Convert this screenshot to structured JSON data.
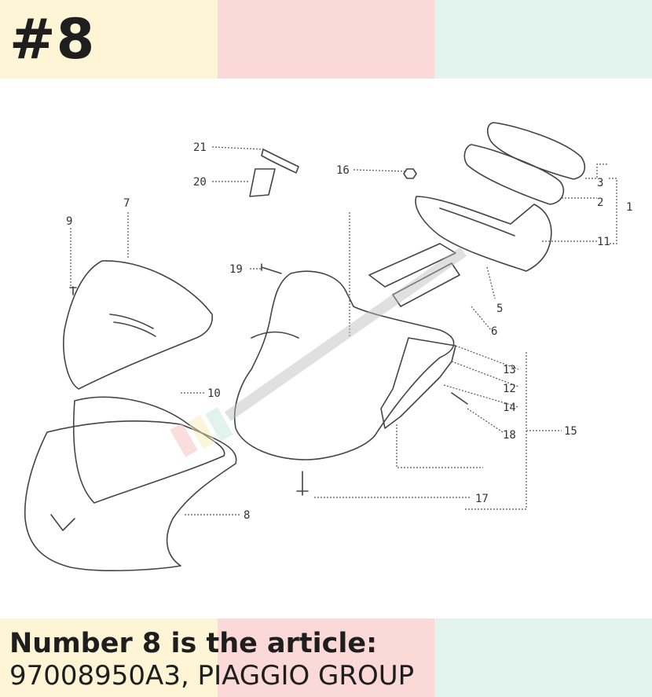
{
  "header": {
    "title": "#8",
    "colors": [
      "#fdf5d6",
      "#fbd9d8",
      "#e3f4ee"
    ]
  },
  "diagram": {
    "callouts": [
      "21",
      "20",
      "16",
      "3",
      "2",
      "1",
      "7",
      "9",
      "11",
      "19",
      "5",
      "6",
      "13",
      "12",
      "14",
      "18",
      "15",
      "10",
      "8",
      "17"
    ],
    "watermark_icon": "motorcycle-parts-logo"
  },
  "footer": {
    "line1": "Number 8 is the article:",
    "line2": "97008950A3, PIAGGIO GROUP"
  }
}
